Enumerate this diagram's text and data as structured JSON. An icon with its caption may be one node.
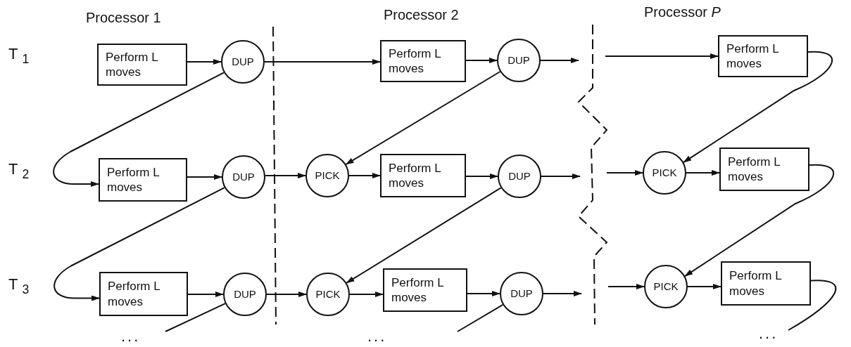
{
  "diagram": {
    "nodes": [
      {
        "text": [
          "Perform L moves"
        ]
      },
      {
        "text": [
          "DUP"
        ]
      },
      {
        "text": [
          "Perform L moves"
        ]
      },
      {
        "text": [
          "DUP"
        ]
      },
      {
        "text": [
          "Perform L moves"
        ]
      },
      {
        "text": [
          "Perform L moves"
        ]
      },
      {
        "text": [
          "DUP"
        ]
      },
      {
        "text": [
          "PICK"
        ]
      },
      {
        "text": [
          "Perform L moves"
        ]
      },
      {
        "text": [
          "DUP"
        ]
      },
      {
        "text": [
          "PICK"
        ]
      },
      {
        "text": [
          "Perform L moves"
        ]
      },
      {
        "text": [
          "Perform L moves"
        ]
      },
      {
        "text": [
          "DUP"
        ]
      },
      {
        "text": [
          "PICK"
        ]
      },
      {
        "text": [
          "Perform L moves"
        ]
      },
      {
        "text": [
          "DUP"
        ]
      },
      {
        "text": [
          "PICK"
        ]
      },
      {
        "text": [
          "Perform L moves"
        ]
      }
    ],
    "edges": [
      {
        "from": 0,
        "to": 1,
        "arrow": "to"
      },
      {
        "from": 1,
        "to": 2,
        "arrow": "to"
      },
      {
        "from": 1,
        "to": 5,
        "arrow": "to"
      },
      {
        "from": 2,
        "to": 3,
        "arrow": "to"
      },
      {
        "from": 3,
        "to": null,
        "arrow": "to"
      },
      {
        "from": null,
        "to": 4,
        "arrow": "to"
      },
      {
        "from": 3,
        "to": 7,
        "arrow": "to"
      },
      {
        "from": 4,
        "to": 10,
        "arrow": "to"
      },
      {
        "from": 5,
        "to": 6,
        "arrow": "to"
      },
      {
        "from": 6,
        "to": 7,
        "arrow": "to"
      },
      {
        "from": 6,
        "to": 12,
        "arrow": "to"
      },
      {
        "from": 7,
        "to": 8,
        "arrow": "to"
      },
      {
        "from": 8,
        "to": 9,
        "arrow": "to"
      },
      {
        "from": 9,
        "to": null,
        "arrow": "to"
      },
      {
        "from": null,
        "to": 10,
        "arrow": "to"
      },
      {
        "from": 9,
        "to": 14,
        "arrow": "to"
      },
      {
        "from": 10,
        "to": 11,
        "arrow": "to"
      },
      {
        "from": 11,
        "to": 17,
        "arrow": "to"
      },
      {
        "from": 12,
        "to": 13,
        "arrow": "to"
      },
      {
        "from": 13,
        "to": 14,
        "arrow": "to"
      },
      {
        "from": 13,
        "to": null,
        "arrow": "none"
      },
      {
        "from": 14,
        "to": 15,
        "arrow": "to"
      },
      {
        "from": 15,
        "to": 16,
        "arrow": "to"
      },
      {
        "from": 16,
        "to": null,
        "arrow": "to"
      },
      {
        "from": null,
        "to": 17,
        "arrow": "to"
      },
      {
        "from": 16,
        "to": null,
        "arrow": "none"
      },
      {
        "from": 17,
        "to": 18,
        "arrow": "to"
      },
      {
        "from": 18,
        "to": null,
        "arrow": "none"
      }
    ],
    "labels": [
      "Processor 1",
      "Processor 2",
      "Processor *P*",
      "T$_{1}$",
      "T$_{2}$",
      "T$_{3}$",
      "...",
      "...",
      "..."
    ]
  }
}
